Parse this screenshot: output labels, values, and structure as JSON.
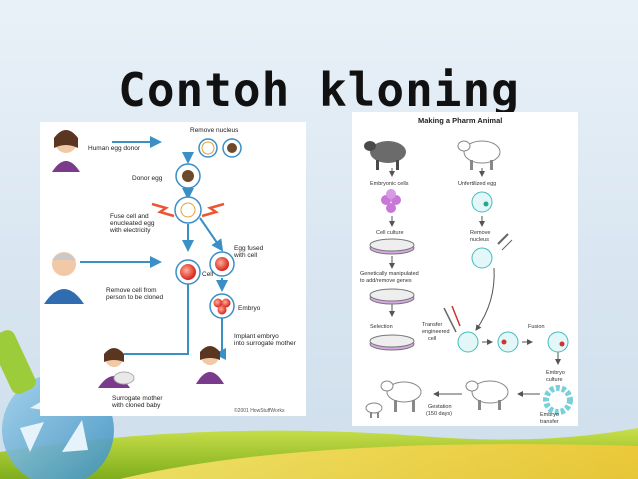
{
  "slide": {
    "title": "Contoh kloning"
  },
  "human": {
    "human_egg_donor": "Human egg donor",
    "remove_nucleus": "Remove nucleus",
    "donor_egg": "Donor egg",
    "fuse_1": "Fuse cell and",
    "fuse_2": "enucleated egg",
    "fuse_3": "with electricity",
    "egg_fused_1": "Egg fused",
    "egg_fused_2": "with cell",
    "cell": "Cell",
    "remove_cell_1": "Remove cell from",
    "remove_cell_2": "person to be cloned",
    "embryo": "Embryo",
    "implant_1": "Implant embryo",
    "implant_2": "into surrogate mother",
    "surrogate_1": "Surrogate mother",
    "surrogate_2": "with cloned baby",
    "copyright": "©2001 HowStuffWorks"
  },
  "pharm": {
    "title": "Making a Pharm Animal",
    "embryonic_cells": "Embryonic cells",
    "unfertilized_egg": "Unfertilized egg",
    "cell_culture": "Cell culture",
    "remove_nucleus_1": "Remove",
    "remove_nucleus_2": "nucleus",
    "genetic_1": "Genetically manipulated",
    "genetic_2": "to add/remove genes",
    "selection": "Selection",
    "transfer_1": "Transfer",
    "transfer_2": "engineered",
    "transfer_3": "cell",
    "fusion": "Fusion",
    "embryo_1": "Embryo",
    "embryo_2": "culture",
    "gestation_1": "Gestation",
    "gestation_2": "(150 days)",
    "embryo_transfer_1": "Embryo",
    "embryo_transfer_2": "transfer"
  }
}
